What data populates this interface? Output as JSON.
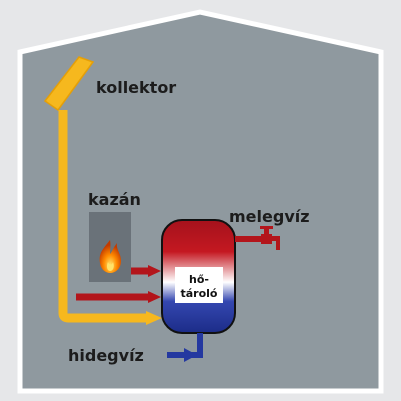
{
  "diagram": {
    "labels": {
      "collector": "kollektor",
      "boiler": "kazán",
      "hot_water": "melegvíz",
      "cold_water": "hidegvíz",
      "storage_line1": "hő-",
      "storage_line2": "tároló"
    },
    "colors": {
      "background": "#e6e7e9",
      "house_fill": "#8f999f",
      "house_stroke": "#ffffff",
      "collector_pipe": "#f6b81e",
      "hot_pipe": "#b3151b",
      "cold_pipe": "#2438a0",
      "boiler_body": "#6a7279",
      "tank_hot": "#b3151b",
      "tank_cold": "#26388f",
      "flame": "#ff7a00"
    },
    "icons": {
      "flame": "flame-icon",
      "faucet": "faucet-icon"
    }
  }
}
